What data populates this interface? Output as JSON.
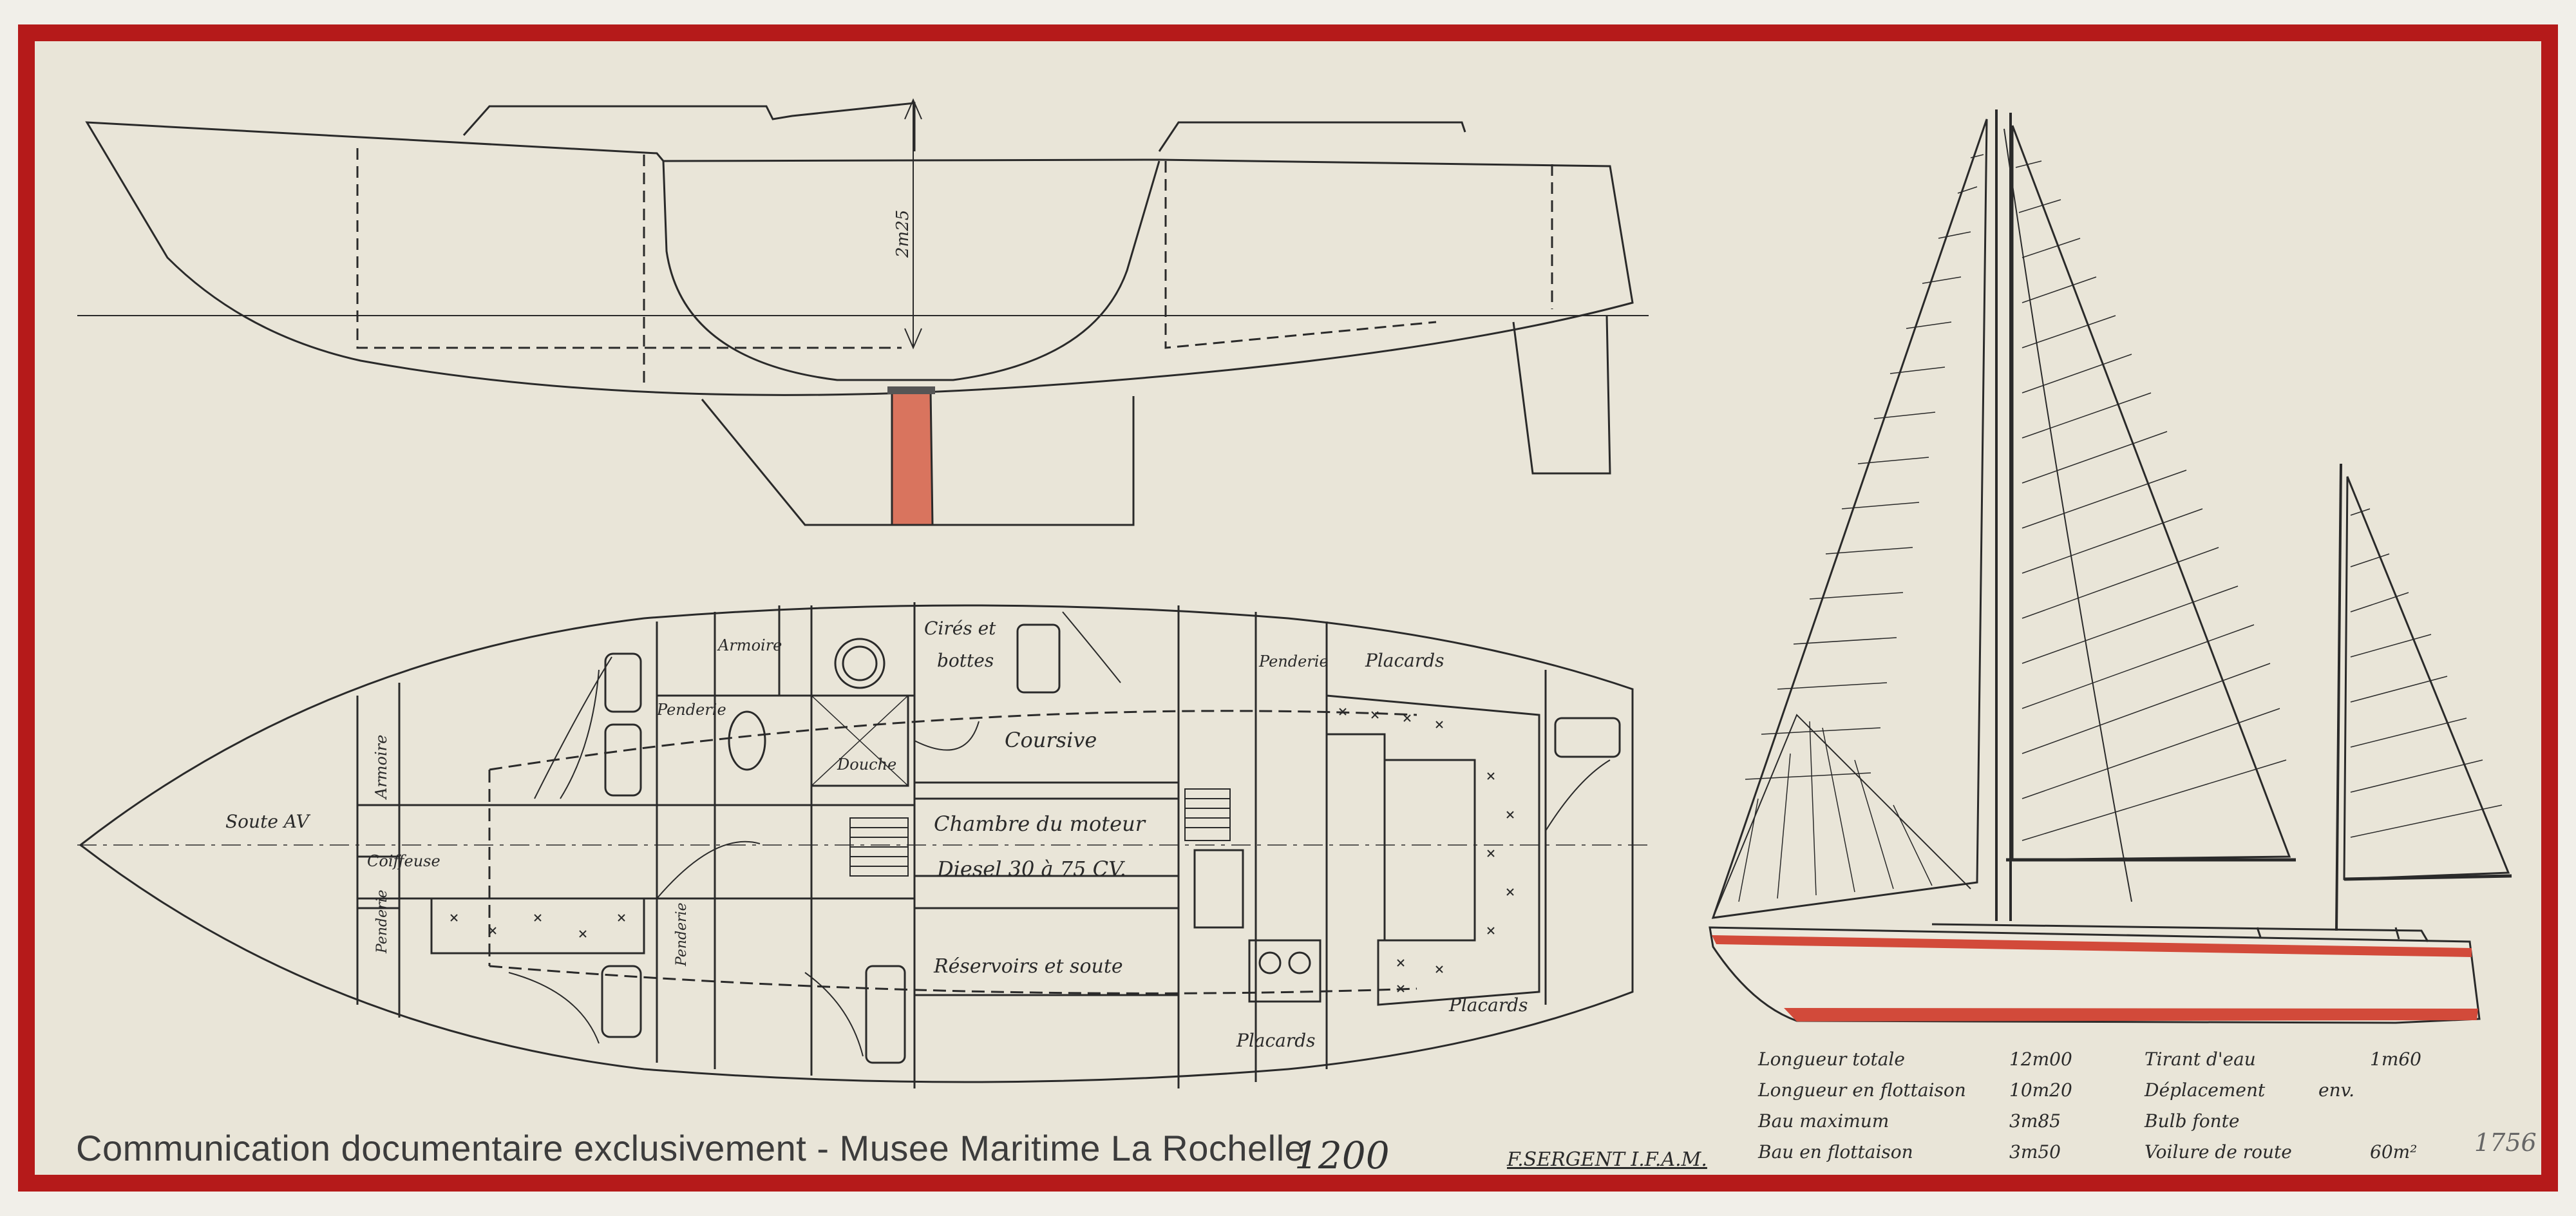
{
  "watermark": "Communication documentaire exclusivement - Musee Maritime La Rochelle",
  "ref_number": "1200",
  "designer": "F.SERGENT I.F.A.M.",
  "sheet_number": "1756",
  "dimension_label": "2m25",
  "plan_labels": {
    "soute_av": "Soute AV",
    "armoire_front": "Armoire",
    "coiffeuse": "Coiffeuse",
    "penderie_low": "Penderie",
    "armoire": "Armoire",
    "penderie_mid": "Penderie",
    "penderie_center": "Penderie",
    "cirés_line1": "Cirés et",
    "cirés_line2": "bottes",
    "douche": "Douche",
    "coursive": "Coursive",
    "chambre_moteur": "Chambre du moteur",
    "diesel": "Diesel 30 à 75 CV.",
    "reservoirs": "Réservoirs et soute",
    "penderie_right": "Penderie",
    "placards_top": "Placards",
    "placards_right": "Placards",
    "placards_bottom": "Placards"
  },
  "specs": [
    {
      "label": "Longueur totale",
      "value": "12m00"
    },
    {
      "label": "Longueur en flottaison",
      "value": "10m20"
    },
    {
      "label": "Bau maximum",
      "value": "3m85"
    },
    {
      "label": "Bau en flottaison",
      "value": "3m50"
    },
    {
      "label": "Tirant d'eau",
      "value": "1m60"
    },
    {
      "label": "Déplacement",
      "value": "env."
    },
    {
      "label": "Bulb fonte",
      "value": ""
    },
    {
      "label": "Voilure de route",
      "value": "60m²"
    }
  ],
  "colors": {
    "border_red": "#b51a1a",
    "paper": "#e9e5d8",
    "ink": "#2a2a2a",
    "keel_red": "#d9745e",
    "stripe_red": "#d24a3a"
  }
}
